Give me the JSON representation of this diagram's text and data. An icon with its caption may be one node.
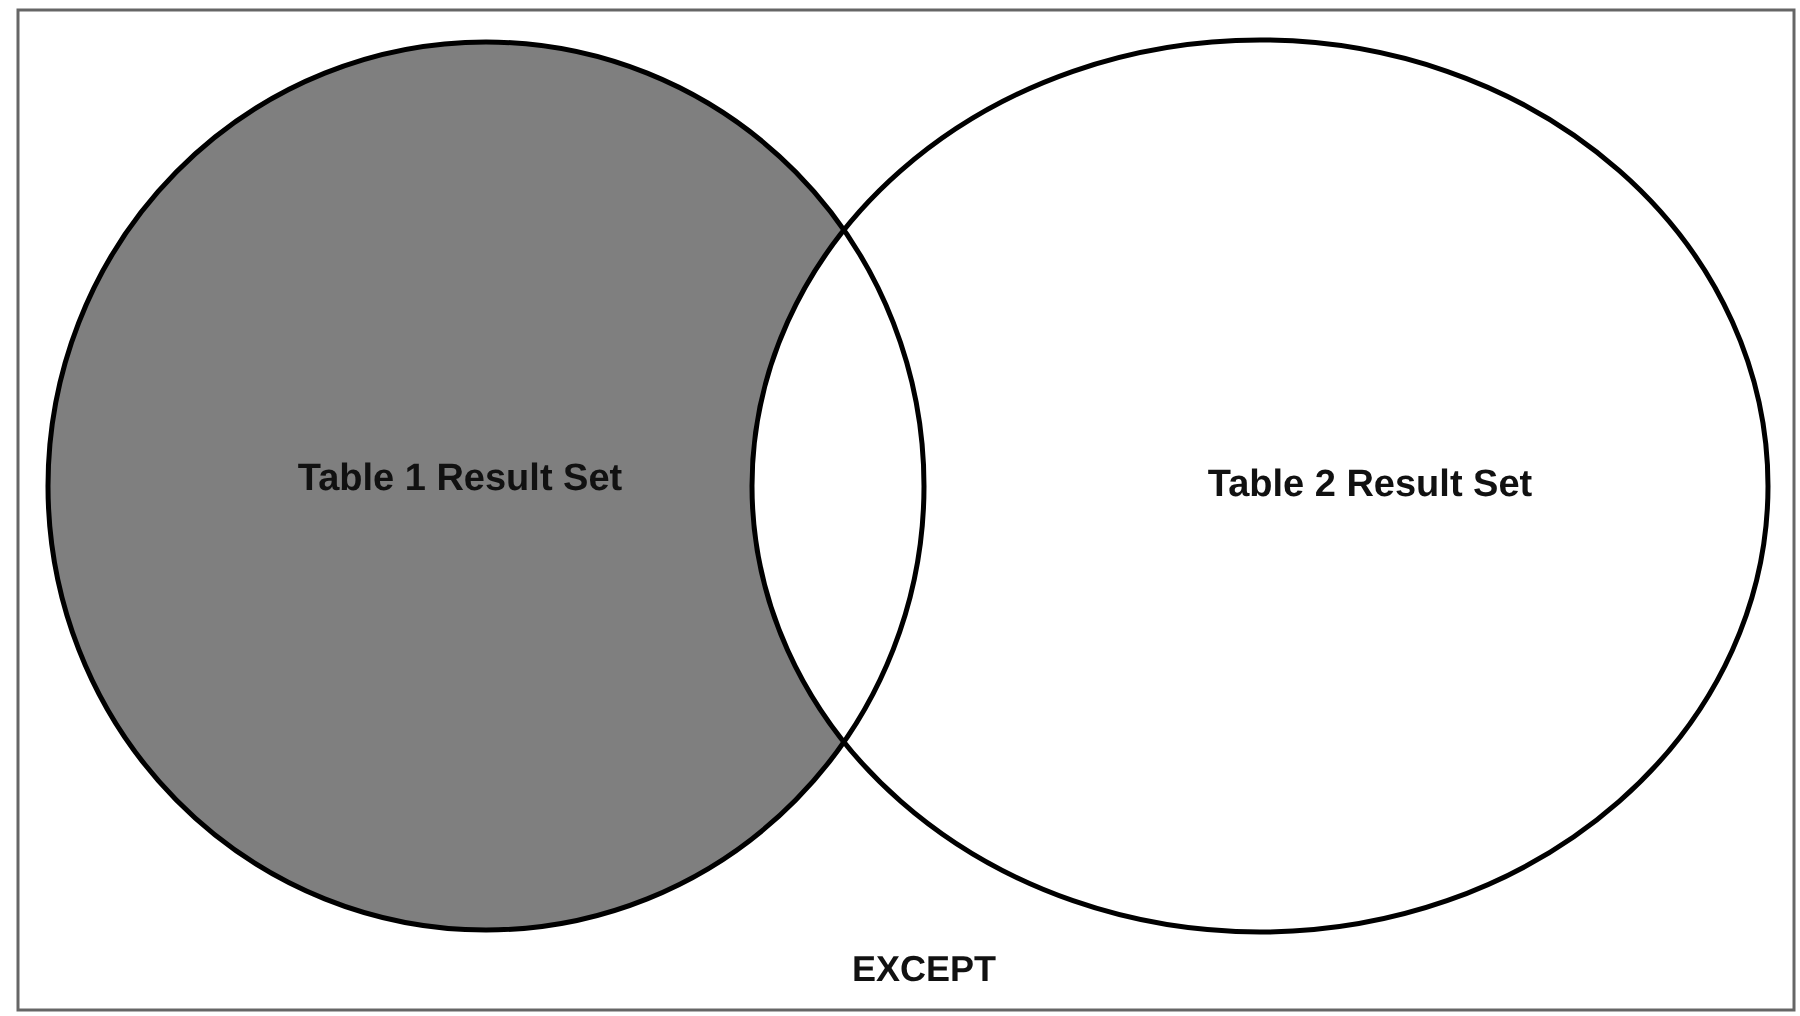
{
  "diagram": {
    "caption": "EXCEPT",
    "nodes": [
      {
        "text": [
          "Table 1 Result Set"
        ]
      },
      {
        "text": [
          "Table 2 Result Set"
        ]
      }
    ]
  }
}
